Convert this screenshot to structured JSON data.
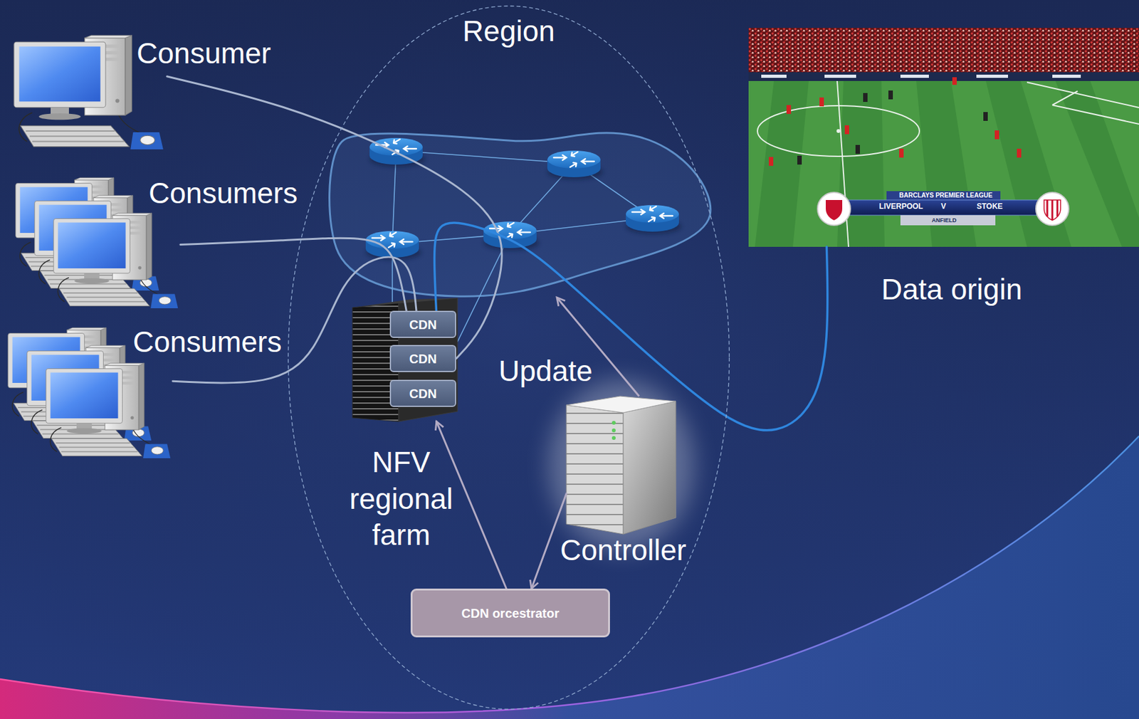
{
  "diagram": {
    "nodes": [
      {
        "text": [
          "Consumer"
        ]
      },
      {
        "text": [
          "Consumers"
        ]
      },
      {
        "text": [
          "Consumers"
        ]
      },
      {
        "text": [
          "Region"
        ]
      },
      {
        "text": [
          "NFV regional farm"
        ],
        "in": 3
      },
      {
        "text": [
          "CDN"
        ],
        "in": 4
      },
      {
        "text": [
          "CDN"
        ],
        "in": 4
      },
      {
        "text": [
          "CDN"
        ],
        "in": 4
      },
      {
        "text": [
          "Controller"
        ],
        "in": 3
      },
      {
        "text": [
          "CDN orcestrator"
        ],
        "in": 3
      },
      {
        "text": [
          "Data origin"
        ]
      }
    ],
    "edges": [
      {
        "from": 0,
        "to": 6,
        "arrow": "none"
      },
      {
        "from": 1,
        "to": 5,
        "arrow": "none"
      },
      {
        "from": 2,
        "to": 5,
        "arrow": "none"
      },
      {
        "from": 10,
        "to": 5,
        "arrow": "none"
      },
      {
        "from": 9,
        "to": 4,
        "arrow": "to"
      },
      {
        "from": 8,
        "to": 9,
        "arrow": "to"
      }
    ],
    "labels": [
      "Update",
      "BARCLAYS PREMIER LEAGUE",
      "LIVERPOOL",
      "V",
      "STOKE",
      "ANFIELD"
    ]
  }
}
